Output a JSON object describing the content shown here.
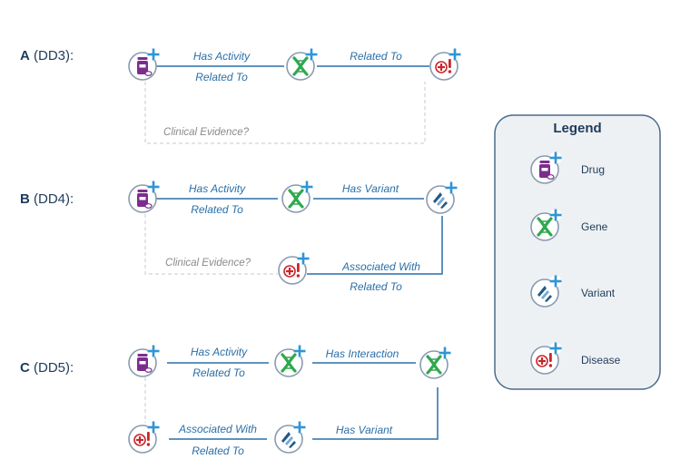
{
  "rows": [
    {
      "letter": "A",
      "code": " (DD3):"
    },
    {
      "letter": "B",
      "code": " (DD4):"
    },
    {
      "letter": "C",
      "code": " (DD5):"
    }
  ],
  "edges": {
    "a_drug_gene_1": "Has Activity",
    "a_drug_gene_2": "Related To",
    "a_gene_disease": "Related To",
    "a_clinical": "Clinical Evidence?",
    "b_drug_gene_1": "Has Activity",
    "b_drug_gene_2": "Related To",
    "b_gene_variant": "Has Variant",
    "b_clinical": "Clinical Evidence?",
    "b_disease_variant_1": "Associated With",
    "b_disease_variant_2": "Related To",
    "c_drug_gene_1": "Has Activity",
    "c_drug_gene_2": "Related To",
    "c_gene_gene": "Has Interaction",
    "c_disease_variant_1": "Associated With",
    "c_disease_variant_2": "Related To",
    "c_variant_gene": "Has Variant"
  },
  "legend": {
    "title": "Legend",
    "items": [
      {
        "label": "Drug",
        "icon": "drug-icon"
      },
      {
        "label": "Gene",
        "icon": "gene-icon"
      },
      {
        "label": "Variant",
        "icon": "variant-icon"
      },
      {
        "label": "Disease",
        "icon": "disease-icon"
      }
    ]
  },
  "colors": {
    "edge": "#2a6fa8",
    "dashed": "#c8c8c8",
    "node_ring": "#8a9bb0",
    "plus": "#2f95d6",
    "drug": "#7b2d8e",
    "gene": "#2fa84f",
    "variant": "#1f5a8a",
    "disease": "#c8262c",
    "legend_bg": "#eef1f4",
    "legend_border": "#4a6c8c"
  }
}
